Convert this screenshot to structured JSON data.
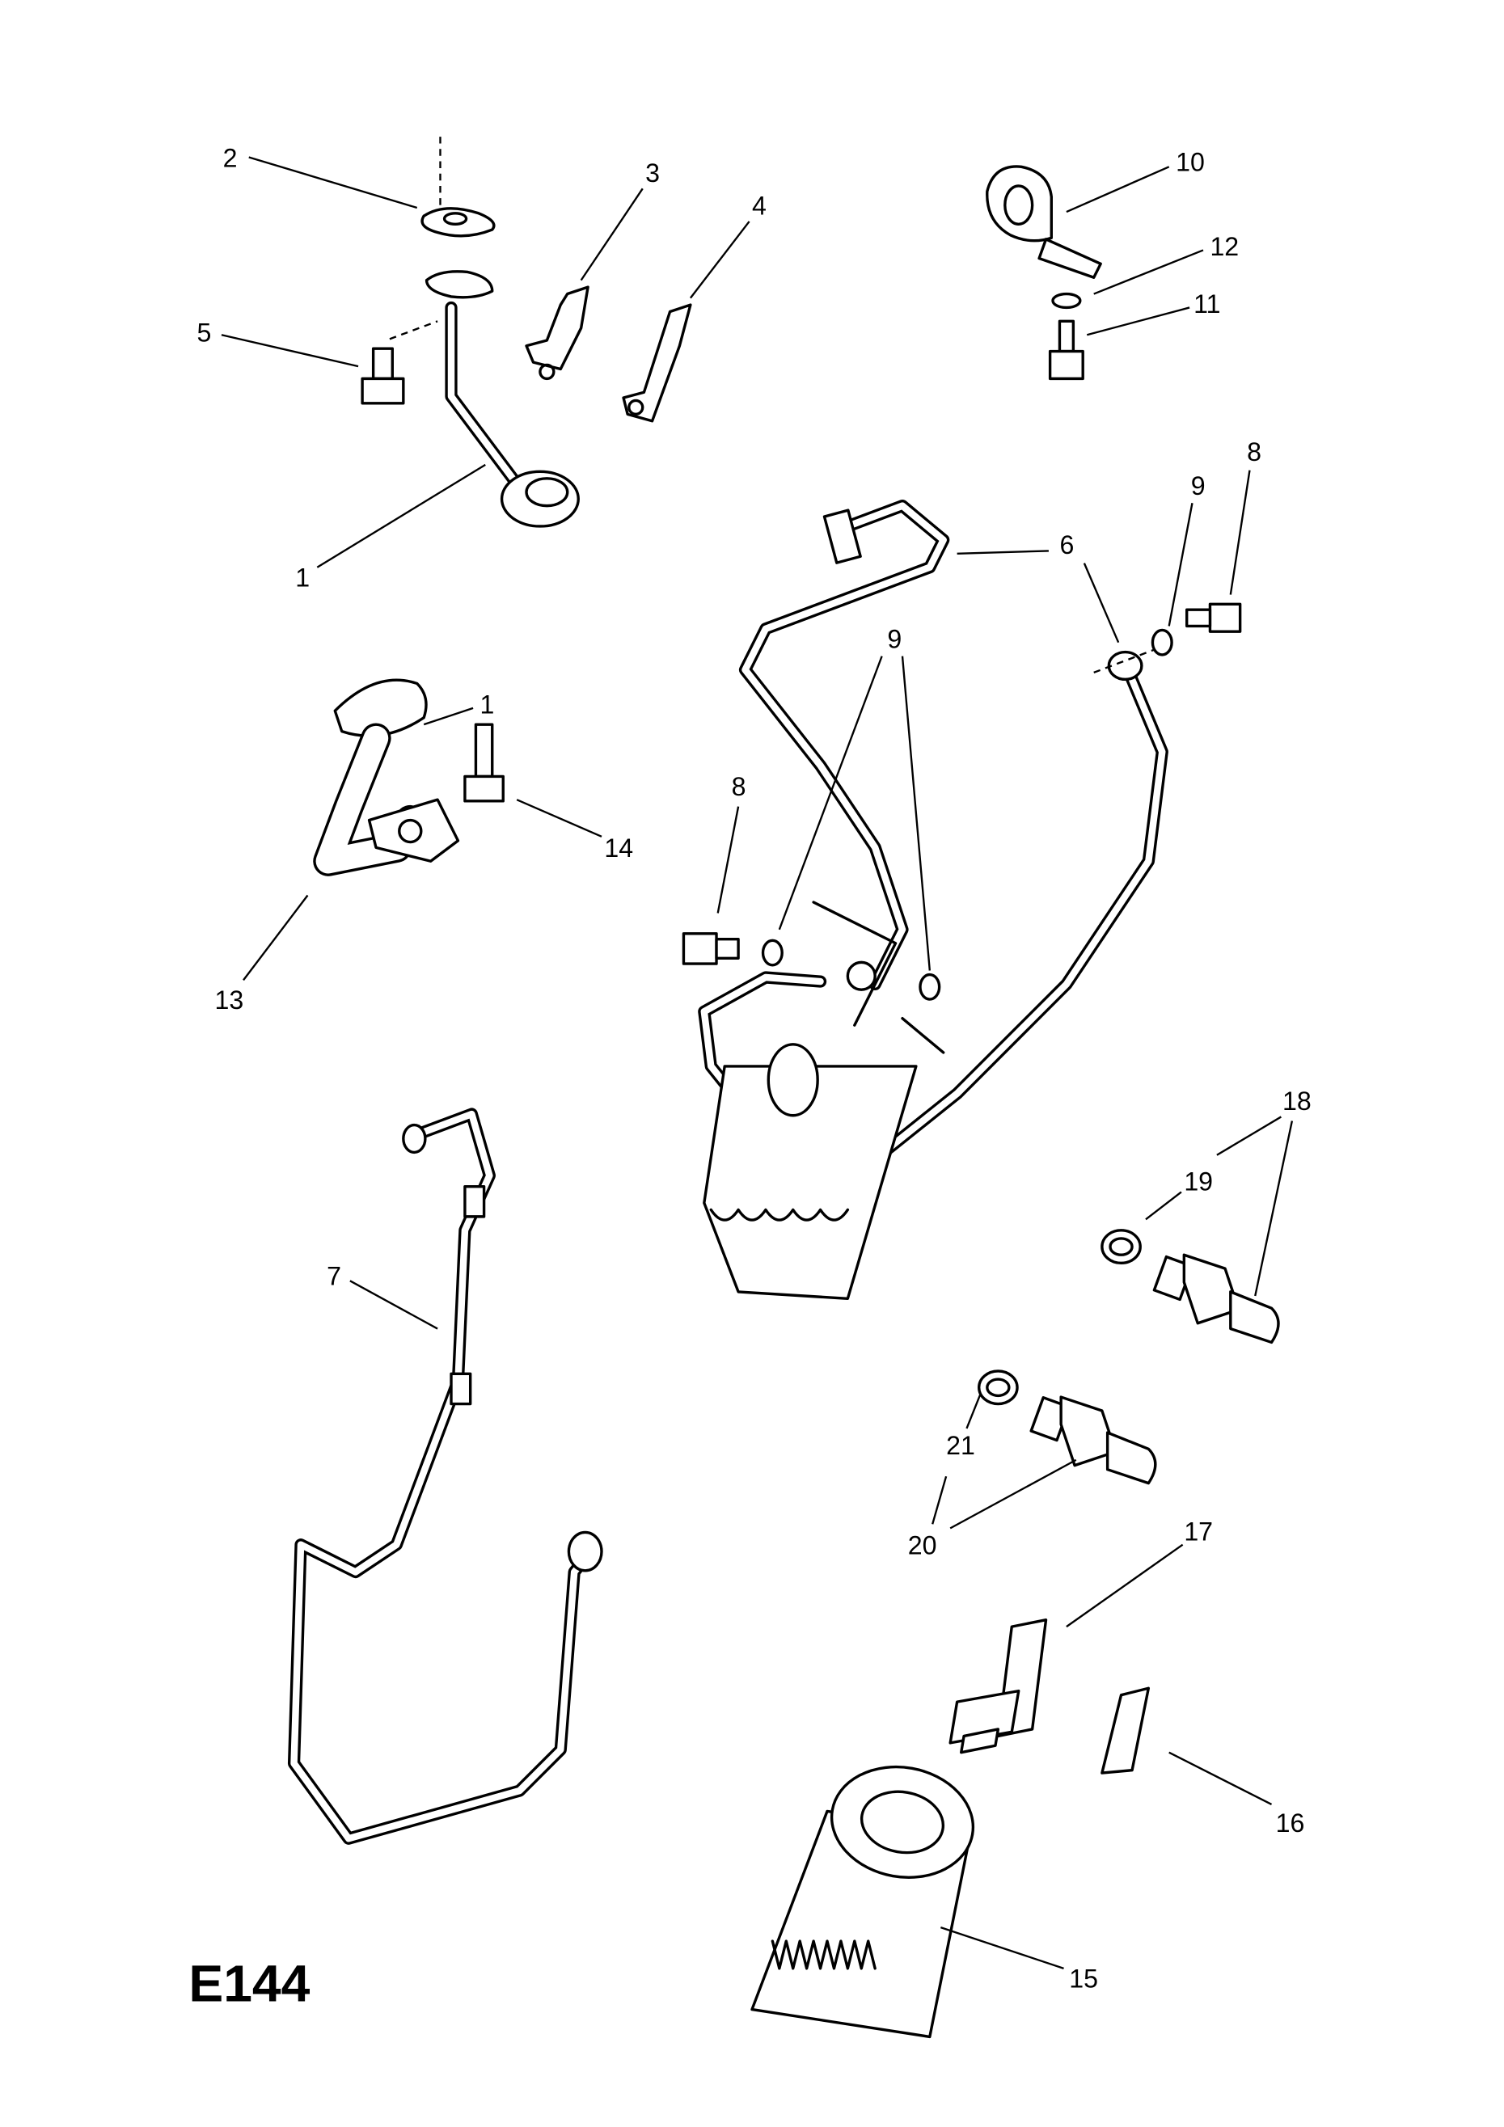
{
  "diagram": {
    "code": "E144",
    "callouts": {
      "c1a": "1",
      "c1b": "1",
      "c2": "2",
      "c3": "3",
      "c4": "4",
      "c5": "5",
      "c6": "6",
      "c7": "7",
      "c8a": "8",
      "c8b": "8",
      "c9a": "9",
      "c9b": "9",
      "c10": "10",
      "c11": "11",
      "c12": "12",
      "c13": "13",
      "c14": "14",
      "c15": "15",
      "c16": "16",
      "c17": "17",
      "c18": "18",
      "c19": "19",
      "c20": "20",
      "c21": "21"
    }
  }
}
